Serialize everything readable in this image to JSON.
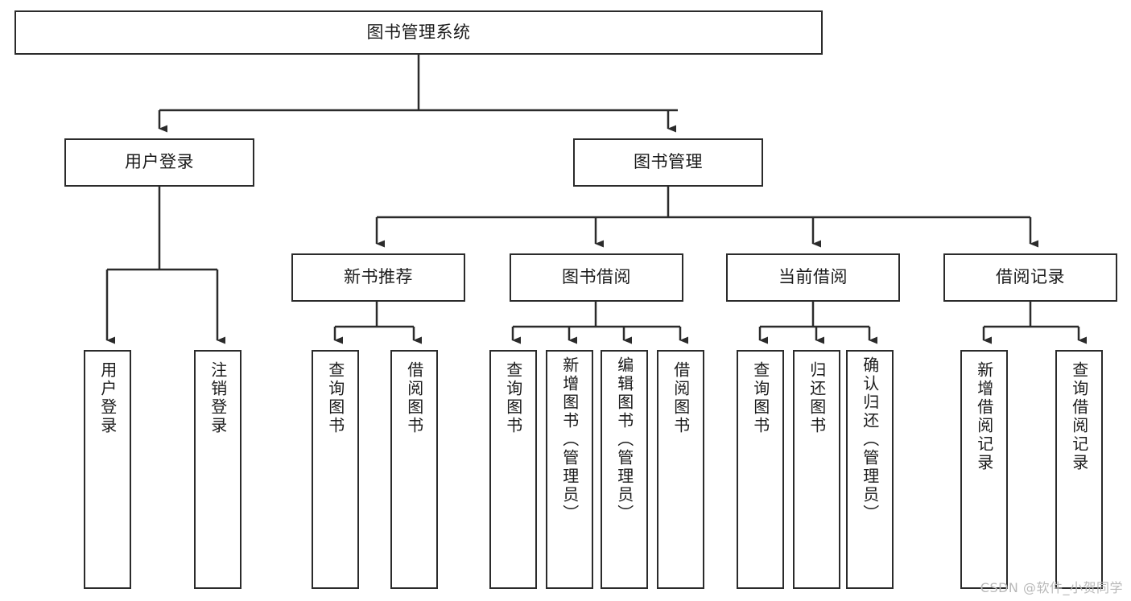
{
  "diagram": {
    "title": "图书管理系统",
    "type": "tree-hierarchy-chart",
    "colors": {
      "background": "#ffffff",
      "node_border": "#2b2b2b",
      "node_fill": "#ffffff",
      "edge": "#2b2b2b",
      "text": "#1b1b1b",
      "watermark": "#b9b9b9"
    },
    "root": {
      "label": "图书管理系统"
    },
    "level2": [
      {
        "id": "user-login",
        "label": "用户登录"
      },
      {
        "id": "book-manage",
        "label": "图书管理"
      }
    ],
    "level3": [
      {
        "id": "new-book-recommend",
        "label": "新书推荐"
      },
      {
        "id": "book-borrow",
        "label": "图书借阅"
      },
      {
        "id": "current-borrow",
        "label": "当前借阅"
      },
      {
        "id": "borrow-record",
        "label": "借阅记录"
      }
    ],
    "leaves": {
      "user-login": [
        {
          "id": "leaf-user-login",
          "label": "用户登录"
        },
        {
          "id": "leaf-user-logout",
          "label": "注销登录"
        }
      ],
      "new-book-recommend": [
        {
          "id": "leaf-query-book-1",
          "label": "查询图书"
        },
        {
          "id": "leaf-borrow-book-1",
          "label": "借阅图书"
        }
      ],
      "book-borrow": [
        {
          "id": "leaf-query-book-2",
          "label": "查询图书"
        },
        {
          "id": "leaf-add-book",
          "label": "新增图书（管理员）"
        },
        {
          "id": "leaf-edit-book",
          "label": "编辑图书（管理员）"
        },
        {
          "id": "leaf-borrow-book-2",
          "label": "借阅图书"
        }
      ],
      "current-borrow": [
        {
          "id": "leaf-query-book-3",
          "label": "查询图书"
        },
        {
          "id": "leaf-return-book",
          "label": "归还图书"
        },
        {
          "id": "leaf-confirm-return",
          "label": "确认归还（管理员）"
        }
      ],
      "borrow-record": [
        {
          "id": "leaf-add-record",
          "label": "新增借阅记录"
        },
        {
          "id": "leaf-query-record",
          "label": "查询借阅记录"
        }
      ]
    }
  },
  "watermark": {
    "text": "CSDN @软件_小贺同学"
  }
}
